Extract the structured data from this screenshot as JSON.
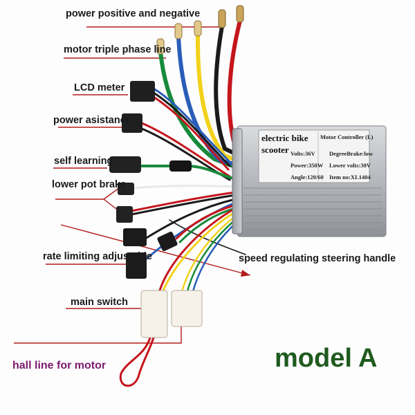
{
  "labels": {
    "power": "power positive and negative",
    "motor_phase": "motor triple phase line",
    "lcd": "LCD meter",
    "power_assist": "power asistance",
    "self_learning": "self learning",
    "lower_pot_brake": "lower pot brake",
    "rate_limiting": "rate limiting adjustable",
    "speed_handle": "speed regulating steering handle",
    "main_switch": "main switch",
    "hall_line": "hall line for motor"
  },
  "controller": {
    "title_line1": "electric bike",
    "title_line2": "scooter",
    "subtitle": "Motor Controller (L)",
    "volts": "Volts:36V",
    "power": "Power:350W",
    "angle": "Angle:120/60",
    "degree_brake": "DegreeBrake:low",
    "lower_volts": "Lower volts:30V",
    "item_no": "Item no:XL1404"
  },
  "model_label": "model A",
  "colors": {
    "label_text": "#1a1a1a",
    "leader_line": "#b31b1b",
    "hall_label": "#7a1a6e",
    "model_text": "#1f5a1f",
    "housing": "#b9bcc0",
    "wire_red": "#c4161c",
    "wire_black": "#1b1b1b",
    "wire_yellow": "#f2d21b",
    "wire_green": "#178a3b",
    "wire_blue": "#2a5db8"
  }
}
